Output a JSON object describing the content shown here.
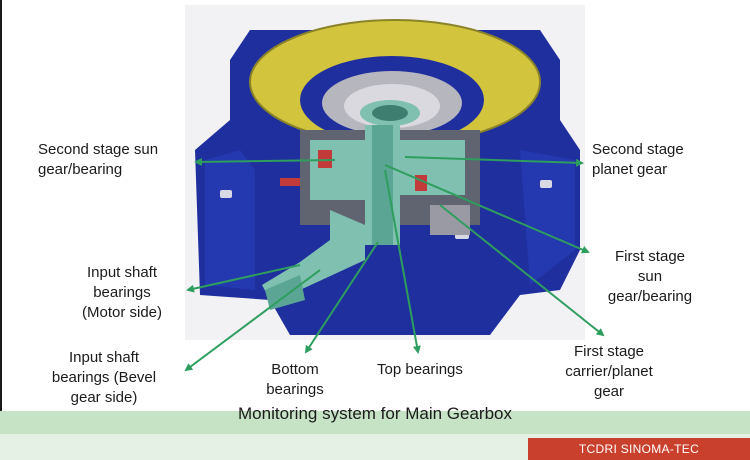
{
  "labels": {
    "second_stage_sun": "Second stage sun\ngear/bearing",
    "second_stage_planet": "Second stage\nplanet gear",
    "first_stage_sun": "First stage\nsun\ngear/bearing",
    "input_motor": "Input shaft\nbearings\n(Motor side)",
    "input_bevel": "Input shaft\nbearings (Bevel\ngear side)",
    "bottom_bearings": "Bottom\nbearings",
    "top_bearings": "Top bearings",
    "first_stage_carrier": "First stage\ncarrier/planet\ngear"
  },
  "caption": "Monitoring system for Main Gearbox",
  "brand": "TCDRI  SINOMA-TEC",
  "colors": {
    "housing_blue": "#1f2f9e",
    "flange_yellow": "#d2c43c",
    "shaft_teal": "#7fc0b0",
    "arrow_green": "#2e9e5e",
    "brand_red": "#c9412d",
    "band_green": "#c6e3c6"
  }
}
